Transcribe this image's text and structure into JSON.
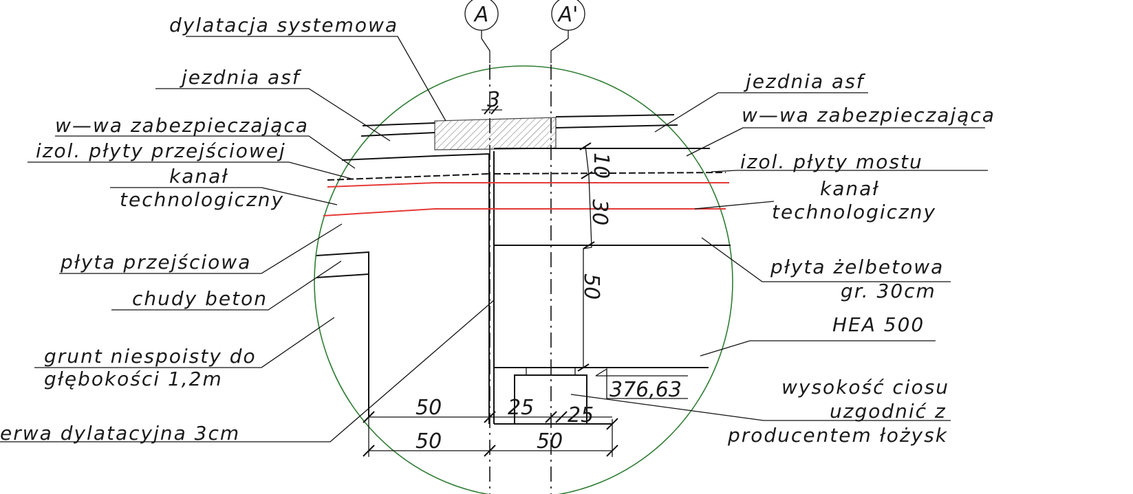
{
  "axes": {
    "a": "A",
    "a_prime": "A'"
  },
  "labels": {
    "dylatacja_systemowa": "dylatacja systemowa",
    "jezdnia_left": "jezdnia asf",
    "wwa_left": "w—wa zabezpieczająca",
    "izol_plyty_przejsciowej": "izol. płyty przejściowej",
    "kanal_left_1": "kanał",
    "kanal_left_2": "technologiczny",
    "plyta_przejsciowa": "płyta przejściowa",
    "chudy_beton": "chudy beton",
    "grunt_1": "grunt niespoisty do",
    "grunt_2": "głębokości 1,2m",
    "przerwa": "erwa dylatacyjna 3cm",
    "jezdnia_right": "jezdnia asf",
    "wwa_right": "w—wa zabezpieczająca",
    "izol_plyty_mostu": "izol. płyty mostu",
    "kanal_right_1": "kanał",
    "kanal_right_2": "technologiczny",
    "plyta_zelbetowa_1": "płyta żelbetowa",
    "plyta_zelbetowa_2": "gr. 30cm",
    "hea": "HEA 500",
    "wysokosc_1": "wysokość ciosu",
    "wysokosc_2": "uzgodnić z",
    "wysokosc_3": "producentem łożysk"
  },
  "dimensions": {
    "gap": "3",
    "d10": "10",
    "d30": "30",
    "d50v": "50",
    "d50a": "50",
    "d25a": "25",
    "d25b": "25",
    "d50b": "50",
    "d50c": "50",
    "elevation": "376,63"
  },
  "colors": {
    "detail_circle": "#2e7d32",
    "technical_channel": "#e53935"
  }
}
